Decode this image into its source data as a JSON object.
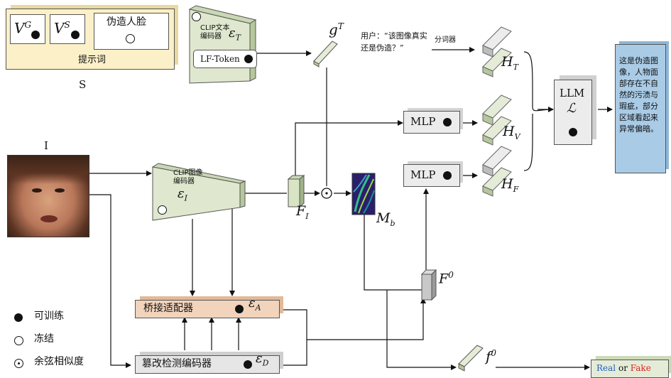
{
  "prompt_box": {
    "v_g": "V",
    "v_g_sup": "G",
    "v_s": "V",
    "v_s_sup": "S",
    "fake_face": "伪造人脸",
    "caption": "提示词",
    "label_s": "S"
  },
  "text_encoder": {
    "name": "CLIP文本\n编码器",
    "symbol": "ε",
    "sub": "T",
    "lf_token": "LF-Token"
  },
  "g_t": {
    "base": "g",
    "sup": "T"
  },
  "user_query": "用户：“该图像真实还是伪造？”",
  "tokenizer": "分词器",
  "image_label": "I",
  "image_encoder": {
    "name": "CLIP图像\n编码器",
    "symbol": "ε",
    "sub": "I"
  },
  "f_i": {
    "base": "F",
    "sub": "I"
  },
  "m_b": {
    "base": "M",
    "sub": "b"
  },
  "mlp_top": "MLP",
  "mlp_bottom": "MLP",
  "h_t": {
    "base": "H",
    "sub": "T"
  },
  "h_v": {
    "base": "H",
    "sub": "V"
  },
  "h_f": {
    "base": "H",
    "sub": "F"
  },
  "llm": {
    "name": "LLM",
    "symbol": "ℒ"
  },
  "output_text": "这是伪造图像，人物面部存在不自然的污渍与瑕疵，部分区域看起来异常偏暗。",
  "adapter": {
    "name": "桥接适配器",
    "symbol": "ε",
    "sub": "A"
  },
  "detector": {
    "name": "篡改检测编码器",
    "symbol": "ε",
    "sub": "D"
  },
  "f0_big": {
    "base": "F",
    "sup": "0"
  },
  "f0_small": {
    "base": "f",
    "sup": "0"
  },
  "result": {
    "real": "Real",
    "or": "or",
    "fake": "Fake"
  },
  "legend": {
    "trainable": "可训练",
    "frozen": "冻结",
    "cosine": "余弦相似度"
  },
  "colors": {
    "prompt_fill": "#fbf0c8",
    "encoder_fill": "#dfe8cf",
    "adapter_fill": "#f2d3bb",
    "output_fill": "#a9cbe6",
    "real": "#1f5fc4",
    "fake": "#e0211b"
  }
}
